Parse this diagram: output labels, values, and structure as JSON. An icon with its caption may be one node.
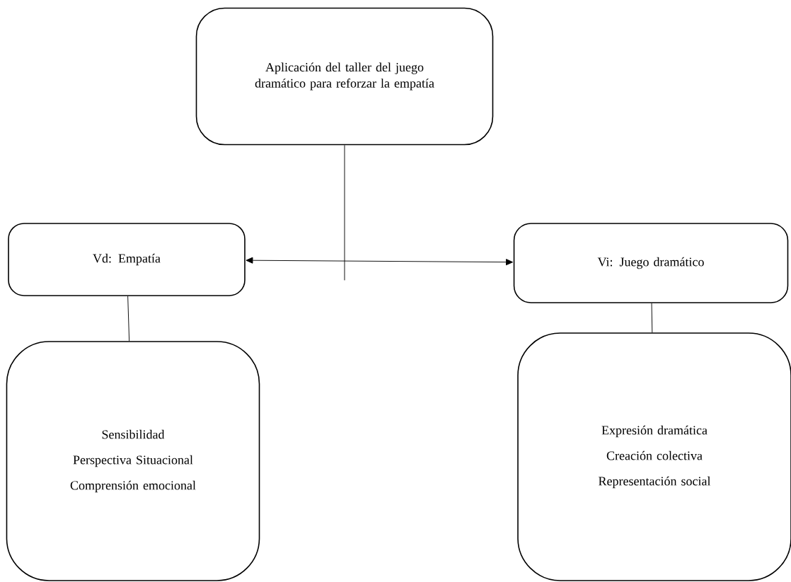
{
  "diagram": {
    "nodes": [
      {
        "text": [
          "Aplicación del taller del juego dramático para reforzar la empatía"
        ]
      },
      {
        "text": [
          "Vd: Empatía"
        ]
      },
      {
        "text": [
          "Vi: Juego dramático"
        ]
      },
      {
        "text": [
          "Sensibilidad",
          "Perspectiva Situacional",
          "Comprensión emocional"
        ]
      },
      {
        "text": [
          "Expresión dramática",
          "Creación colectiva",
          "Representación social"
        ]
      }
    ],
    "edges": [
      {
        "from": 0,
        "to": null,
        "arrow": "none"
      },
      {
        "from": 1,
        "to": 2,
        "arrow": "both"
      },
      {
        "from": 1,
        "to": 3,
        "arrow": "none"
      },
      {
        "from": 2,
        "to": 4,
        "arrow": "none"
      }
    ]
  }
}
